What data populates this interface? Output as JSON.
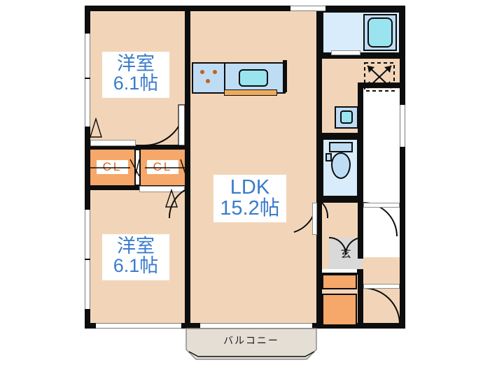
{
  "plan": {
    "type": "apartment-floor-plan",
    "layout_name": "2LDK",
    "background_color": "#ffffff",
    "floor_color": "#f2d5b8",
    "wall_color": "#0d0d0d",
    "closet_color": "#f5a869",
    "fixture_color": "#bfdcf5",
    "label_color": "#3a7ccc",
    "closet_label_color": "#e2631a",
    "balcony_color": "#e4ded5"
  },
  "rooms": [
    {
      "id": "bedroom-north",
      "name": "洋室",
      "size": "6.1帖",
      "line1": "洋室",
      "line2": "6.1帖"
    },
    {
      "id": "bedroom-south",
      "name": "洋室",
      "size": "6.1帖",
      "line1": "洋室",
      "line2": "6.1帖"
    },
    {
      "id": "living-dining-kitchen",
      "name": "LDK",
      "size": "15.2帖",
      "line1": "LDK",
      "line2": "15.2帖"
    }
  ],
  "closets": [
    {
      "id": "closet-left",
      "label": "CL"
    },
    {
      "id": "closet-right",
      "label": "CL"
    }
  ],
  "entrance": {
    "label": "玄"
  },
  "balcony": {
    "label": "バルコニー"
  },
  "fixtures": [
    {
      "id": "bathtub",
      "name": "bathtub-icon"
    },
    {
      "id": "bath-room",
      "name": "bathroom-icon"
    },
    {
      "id": "washing-machine-space",
      "name": "washing-machine-icon"
    },
    {
      "id": "vanity-sink",
      "name": "vanity-sink-icon"
    },
    {
      "id": "toilet",
      "name": "toilet-icon"
    },
    {
      "id": "kitchen-stove",
      "name": "stove-icon"
    },
    {
      "id": "kitchen-sink",
      "name": "kitchen-sink-icon"
    },
    {
      "id": "shoe-cabinet",
      "name": "shoe-cabinet-icon"
    }
  ]
}
